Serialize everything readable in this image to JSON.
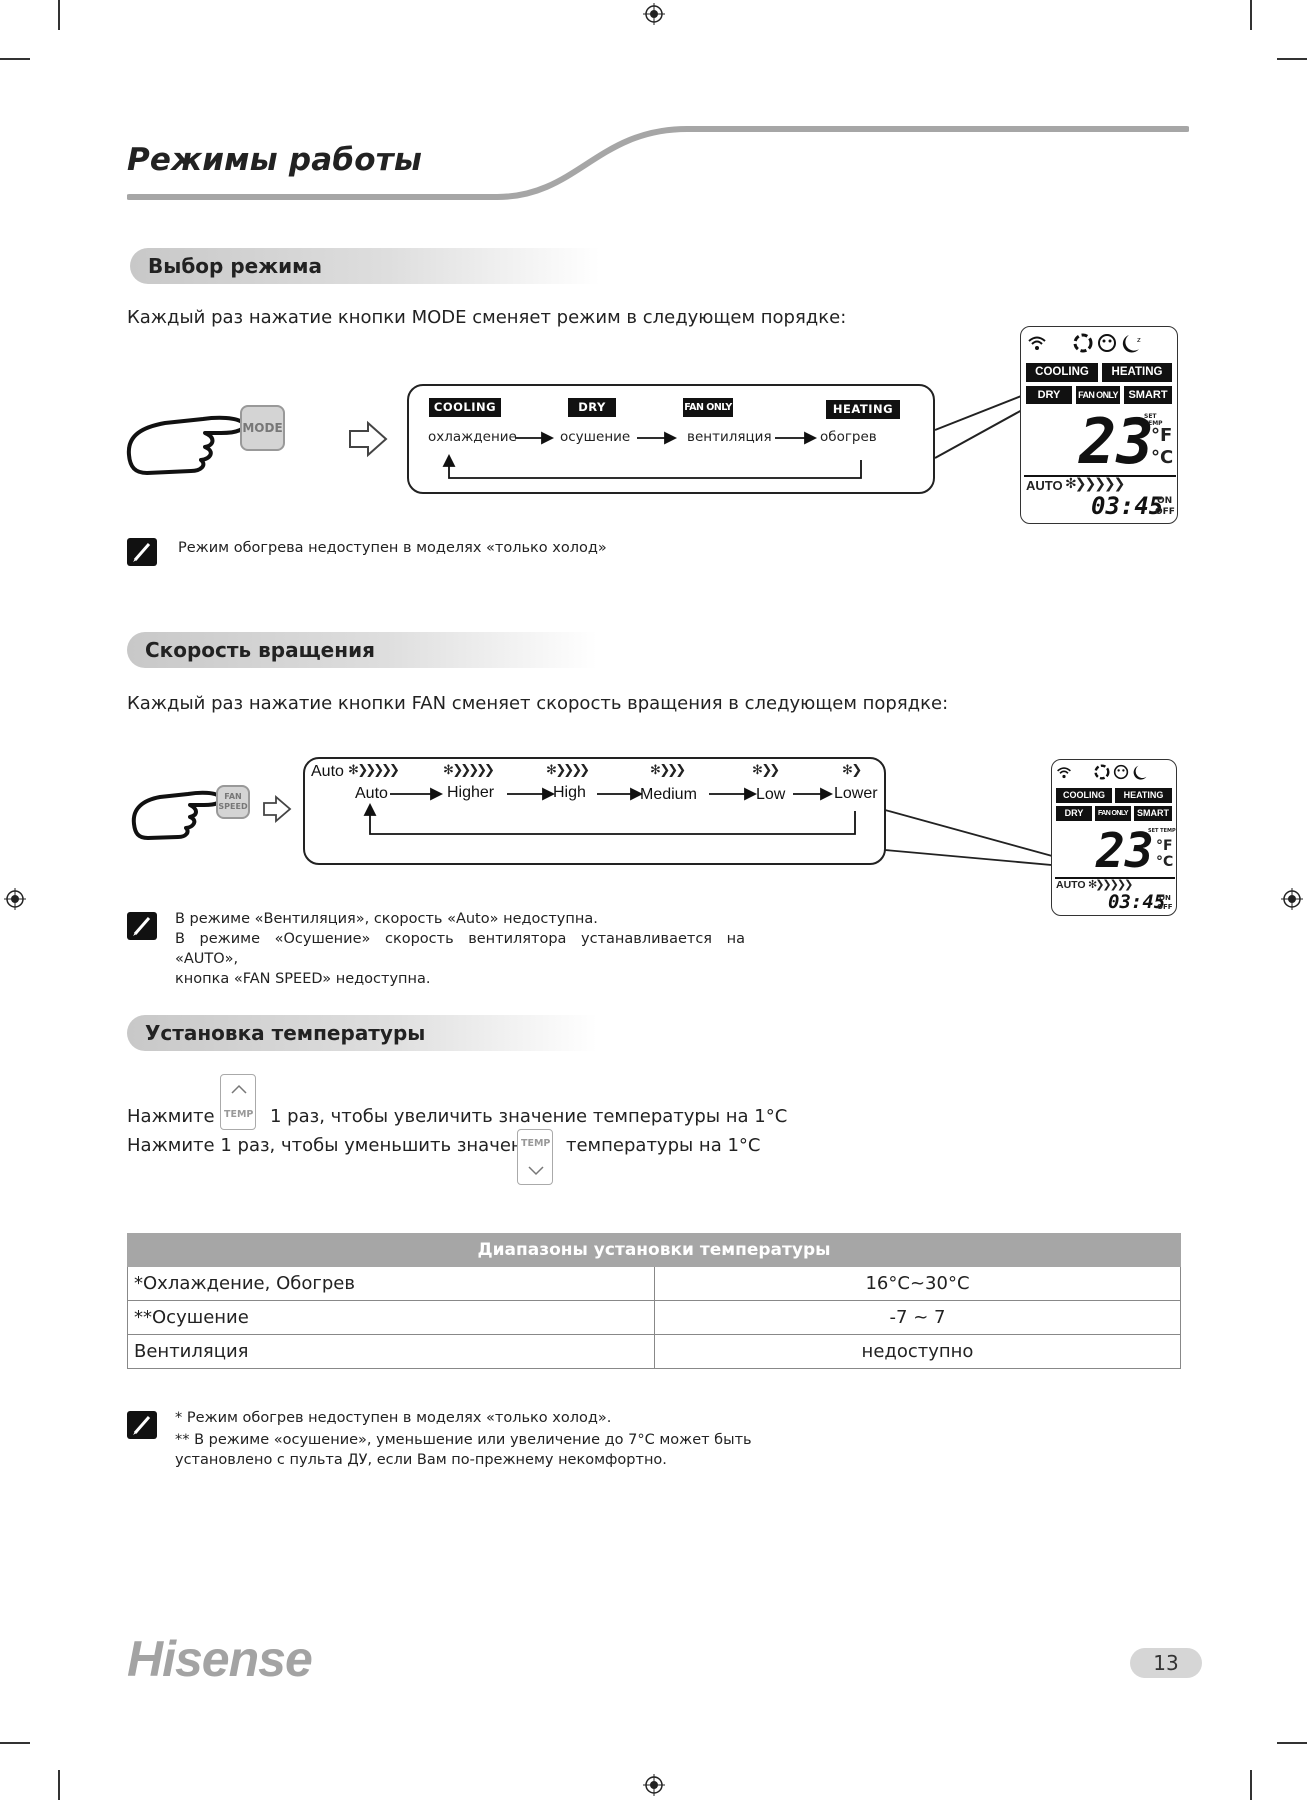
{
  "page_title": "Режимы работы",
  "mode_section": {
    "heading": "Выбор режима",
    "intro": "Каждый раз нажатие кнопки MODE сменяет режим в следующем порядке:",
    "button_label": "MODE",
    "modes": [
      {
        "tag": "COOLING",
        "label": "охлаждение"
      },
      {
        "tag": "DRY",
        "label": "осушение"
      },
      {
        "tag": "FAN ONLY",
        "label": "вентиляция"
      },
      {
        "tag": "HEATING",
        "label": "обогрев"
      }
    ],
    "note": "Режим обогрева недоступен в моделях «только холод»"
  },
  "fan_section": {
    "heading": "Скорость вращения",
    "intro": "Каждый раз нажатие кнопки FAN сменяет скорость вращения в следующем порядке:",
    "button_label_1": "FAN",
    "button_label_2": "SPEED",
    "auto_indicator": "Auto",
    "speeds": [
      "Auto",
      "Higher",
      "High",
      "Medium",
      "Low",
      "Lower"
    ],
    "speed_chevrons": [
      5,
      5,
      4,
      3,
      2,
      1
    ],
    "note_lines": [
      "В режиме «Вентиляция», скорость «Auto» недоступна.",
      "В режиме «Осушение» скорость вентилятора устанавливается на «AUTO»,",
      "кнопка «FAN SPEED» недоступна."
    ]
  },
  "remote_display": {
    "tag_cooling": "COOLING",
    "tag_heating": "HEATING",
    "tag_dry": "DRY",
    "tag_fan_only": "FAN ONLY",
    "tag_smart": "SMART",
    "set_temp_label": "SET TEMP",
    "temperature": "23",
    "unit_f": "°F",
    "unit_c": "°C",
    "auto_label": "AUTO",
    "time": "03:45",
    "on_label": "ON",
    "off_label": "OFF"
  },
  "temp_section": {
    "heading": "Установка температуры",
    "line1_prefix": "Нажмите",
    "line1_suffix": "1 раз, чтобы увеличить значение температуры на 1°C",
    "line2_prefix": "Нажмите 1 раз, чтобы уменьшить значение",
    "line2_suffix": "температуры на 1°C",
    "button_label": "TEMP"
  },
  "ranges_table": {
    "header": "Диапазоны установки температуры",
    "rows": [
      {
        "mode": "*Охлаждение, Обогрев",
        "range": "16°C~30°C"
      },
      {
        "mode": "**Осушение",
        "range": "-7 ~ 7"
      },
      {
        "mode": "Вентиляция",
        "range": "недоступно"
      }
    ]
  },
  "footer_note_lines": [
    "* Режим обогрев недоступен в моделях «только холод».",
    "** В режиме «осушение», уменьшение или увеличение до 7°C может быть",
    "установлено с пульта ДУ, если Вам по-прежнему некомфортно."
  ],
  "brand": "Hisense",
  "page_number": "13"
}
